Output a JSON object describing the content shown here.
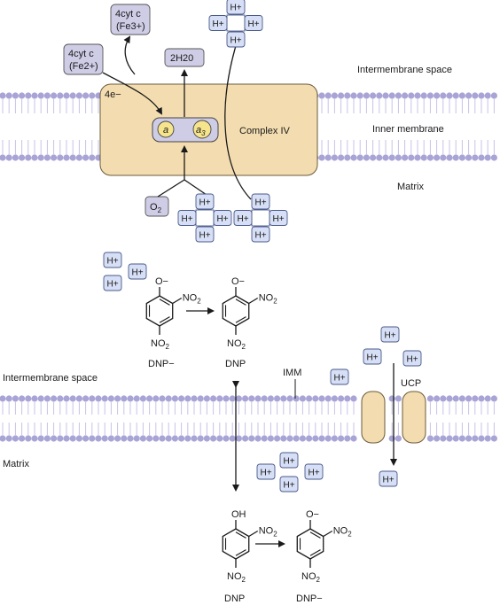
{
  "top_panel": {
    "cytc_fe2_line1": "4cyt c",
    "cytc_fe2_line2": "(Fe2+)",
    "cytc_fe3_line1": "4cyt c",
    "cytc_fe3_line2": "(Fe3+)",
    "water": "2H20",
    "electrons": "4e−",
    "heme_a": "a",
    "heme_a3": "a3",
    "complex": "Complex IV",
    "oxygen": "O2",
    "intermembrane_label": "Intermembrane space",
    "inner_membrane_label": "Inner membrane",
    "matrix_label": "Matrix",
    "proton": "H+"
  },
  "bottom_panel": {
    "intermembrane_label": "Intermembrane space",
    "matrix_label": "Matrix",
    "imm_label": "IMM",
    "ucp_label": "UCP",
    "dnp_anion": "DNP−",
    "dnp": "DNP",
    "dnp_bottom": "DNP",
    "dnp_anion_bottom": "DNP−",
    "phenolate": "O−",
    "phenol": "OH",
    "nitro": "NO2",
    "proton": "H+"
  },
  "colors": {
    "membrane_head": "#a9a4d6",
    "membrane_tail": "#c7c3e6",
    "complex_fill": "#f3ddb0",
    "proton_box": "#d6dff5",
    "ucp_fill": "#f3ddb0"
  }
}
